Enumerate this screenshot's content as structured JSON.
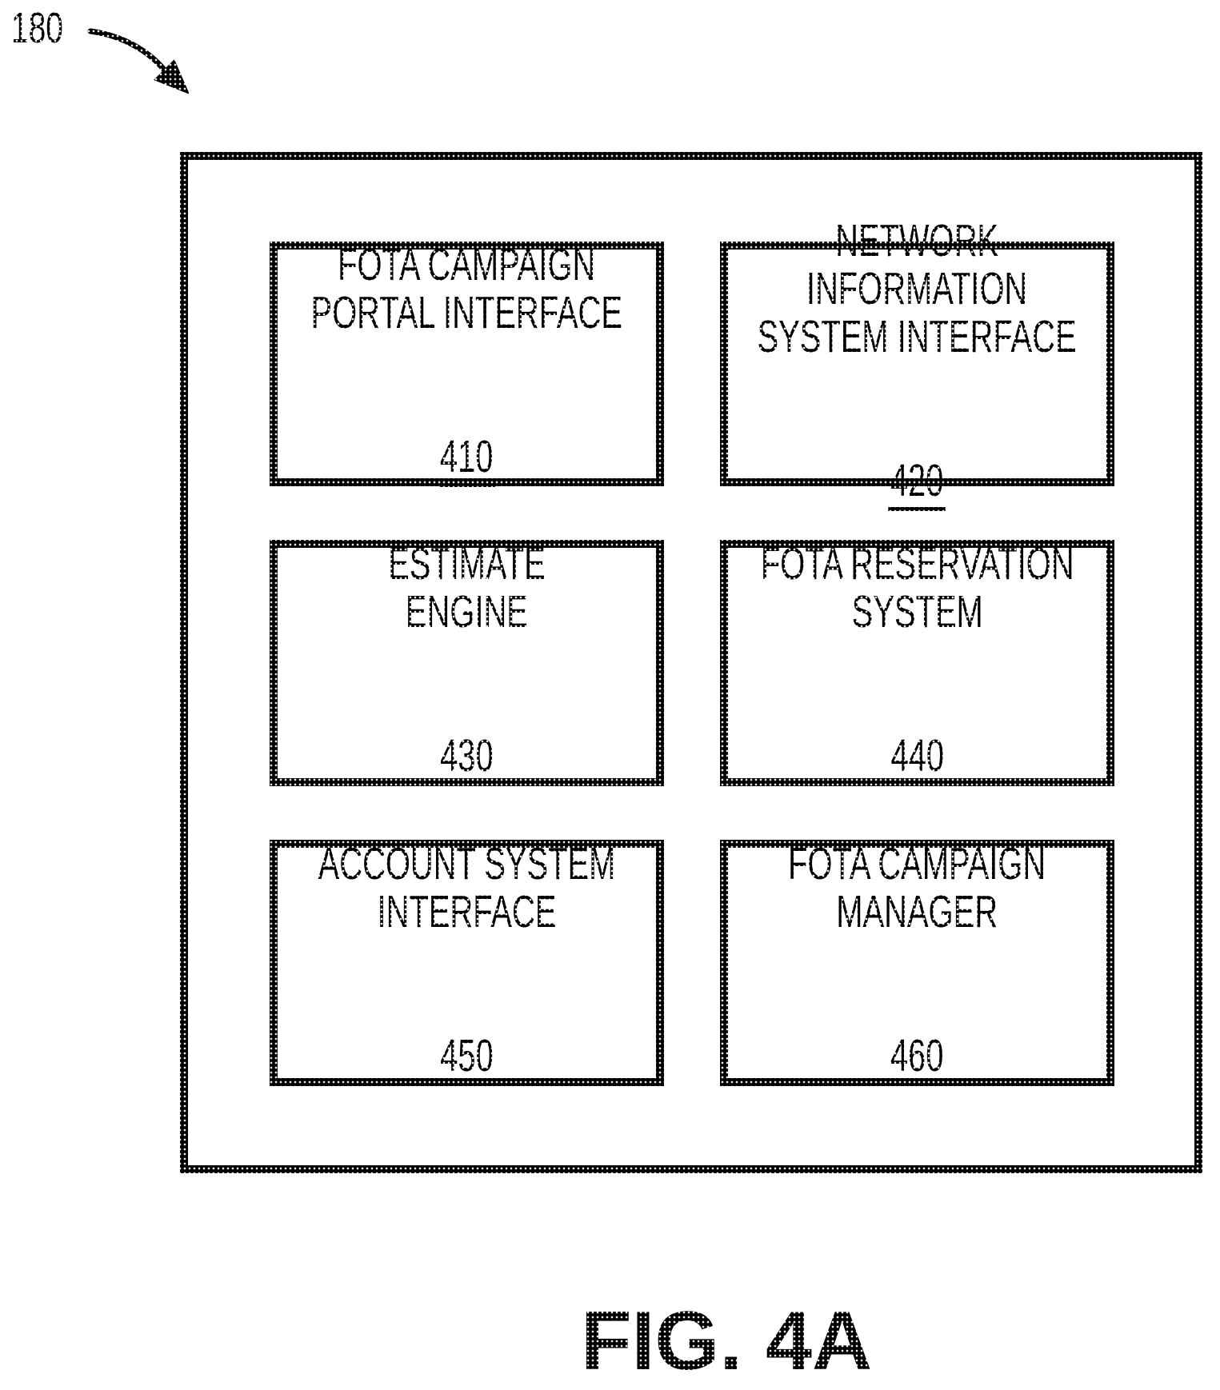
{
  "figure": {
    "reference_label": "180",
    "caption": "FIG. 4A"
  },
  "colors": {
    "ink": "#000000",
    "paper": "#ffffff"
  },
  "diagram": {
    "boxes": [
      {
        "title": "FOTA CAMPAIGN\nPORTAL INTERFACE",
        "number": "410"
      },
      {
        "title": "NETWORK\nINFORMATION\nSYSTEM INTERFACE",
        "number": "420"
      },
      {
        "title": "ESTIMATE\nENGINE",
        "number": "430"
      },
      {
        "title": "FOTA RESERVATION\nSYSTEM",
        "number": "440"
      },
      {
        "title": "ACCOUNT SYSTEM\nINTERFACE",
        "number": "450"
      },
      {
        "title": "FOTA CAMPAIGN\nMANAGER",
        "number": "460"
      }
    ]
  }
}
